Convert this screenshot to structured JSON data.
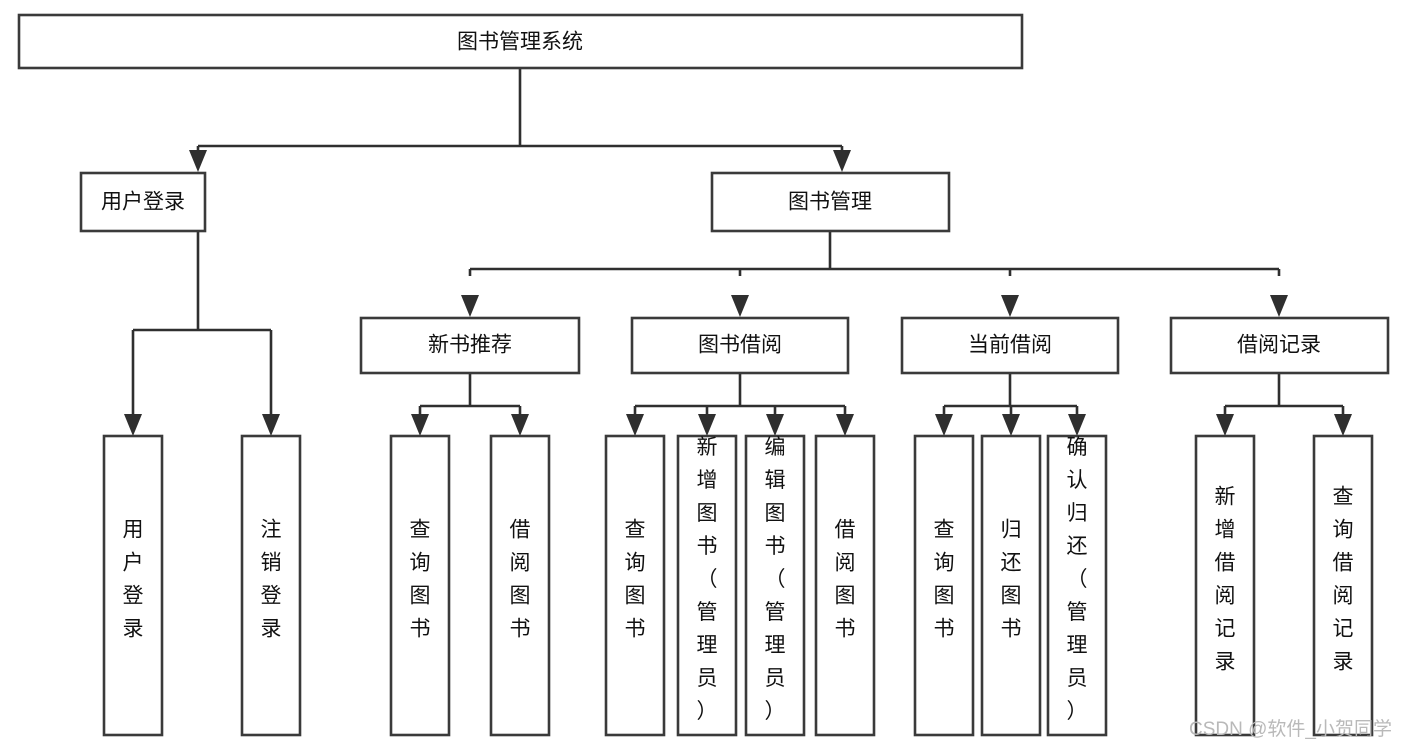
{
  "diagram": {
    "type": "tree-hierarchy",
    "title": "图书管理系统",
    "orientation": "top-down",
    "colors": {
      "box_stroke": "#3a3a3a",
      "box_fill": "#ffffff",
      "connector": "#2f2f2f",
      "text": "#111111",
      "watermark": "#b9b9b9",
      "background": "#ffffff"
    },
    "root": {
      "label": "图书管理系统",
      "orientation": "horizontal"
    },
    "level2": [
      {
        "label": "用户登录",
        "orientation": "horizontal"
      },
      {
        "label": "图书管理",
        "orientation": "horizontal"
      }
    ],
    "level3": [
      {
        "label": "新书推荐",
        "orientation": "horizontal"
      },
      {
        "label": "图书借阅",
        "orientation": "horizontal"
      },
      {
        "label": "当前借阅",
        "orientation": "horizontal"
      },
      {
        "label": "借阅记录",
        "orientation": "horizontal"
      }
    ],
    "leaves": {
      "user_login": [
        {
          "label": "用户登录",
          "orientation": "vertical"
        },
        {
          "label": "注销登录",
          "orientation": "vertical"
        }
      ],
      "new_book_recommend": [
        {
          "label": "查询图书",
          "orientation": "vertical"
        },
        {
          "label": "借阅图书",
          "orientation": "vertical"
        }
      ],
      "book_borrow": [
        {
          "label": "查询图书",
          "orientation": "vertical"
        },
        {
          "label": "新增图书（管理员）",
          "orientation": "vertical"
        },
        {
          "label": "编辑图书（管理员）",
          "orientation": "vertical"
        },
        {
          "label": "借阅图书",
          "orientation": "vertical"
        }
      ],
      "current_borrow": [
        {
          "label": "查询图书",
          "orientation": "vertical"
        },
        {
          "label": "归还图书",
          "orientation": "vertical"
        },
        {
          "label": "确认归还（管理员）",
          "orientation": "vertical"
        }
      ],
      "borrow_record": [
        {
          "label": "新增借阅记录",
          "orientation": "vertical"
        },
        {
          "label": "查询借阅记录",
          "orientation": "vertical"
        }
      ]
    }
  },
  "watermark": {
    "text": "CSDN @软件_小贺同学"
  }
}
